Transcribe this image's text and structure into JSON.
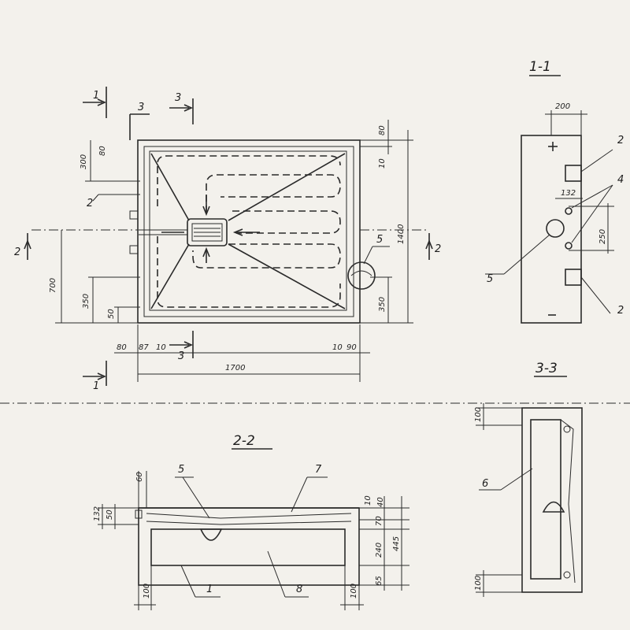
{
  "plan": {
    "cut1": "1",
    "cut3": "3",
    "cut2": "2",
    "callout2": "2",
    "callout5": "5",
    "dims": {
      "d300": "300",
      "d80top": "80",
      "d10top": "10",
      "d1400": "1400",
      "d700": "700",
      "d350left": "350",
      "d50": "50",
      "d350right": "350",
      "d80a": "80",
      "d87": "87",
      "d10a": "10",
      "d10b": "10",
      "d90": "90",
      "d1700": "1700"
    }
  },
  "section11": {
    "title": "1-1",
    "d200": "200",
    "d132": "132",
    "d250": "250",
    "c2a": "2",
    "c4": "4",
    "c5": "5",
    "c2b": "2"
  },
  "section22": {
    "title": "2-2",
    "d60": "60",
    "d132": "132",
    "d50": "50",
    "d10": "10",
    "d40": "40",
    "d70": "70",
    "d240": "240",
    "d445": "445",
    "d65": "65",
    "d100a": "100",
    "d100b": "100",
    "c5": "5",
    "c7": "7",
    "c1": "1",
    "c8": "8"
  },
  "section33": {
    "title": "3-3",
    "d100top": "100",
    "d100bot": "100",
    "c6": "6"
  }
}
